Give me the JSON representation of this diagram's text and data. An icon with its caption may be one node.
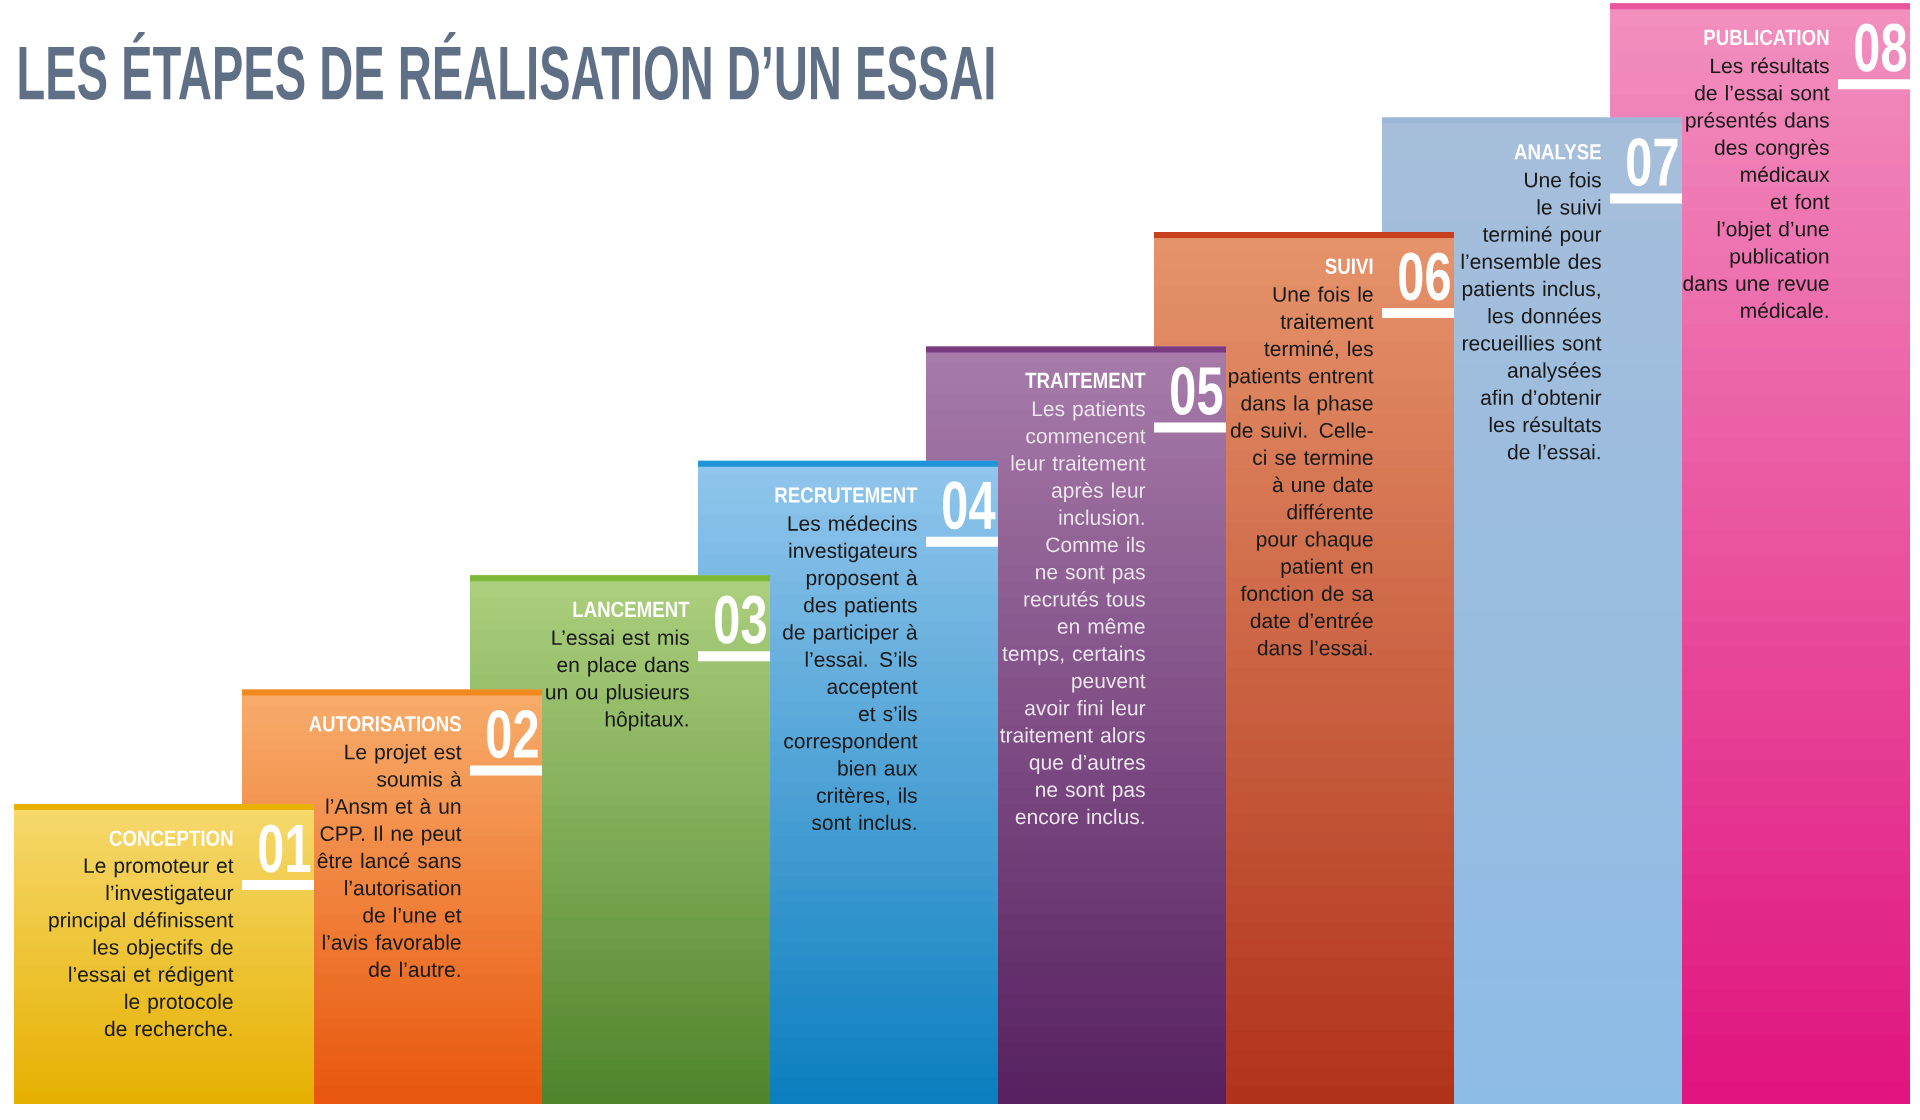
{
  "diagram": {
    "title": "LES ÉTAPES DE RÉALISATION D’UN ESSAI",
    "nodes": [
      {
        "text": [
          "CONCEPTION",
          "01",
          "Le promoteur et l’investigateur principal définissent les objectifs de l’essai et rédigent le protocole de recherche."
        ]
      },
      {
        "text": [
          "AUTORISATIONS",
          "02",
          "Le projet est soumis à l’Ansm et à un CPP. Il ne peut être lancé sans l’autorisation de l’une et l’avis favorable de l’autre."
        ]
      },
      {
        "text": [
          "LANCEMENT",
          "03",
          "L’essai est mis en place dans un ou plusieurs hôpitaux."
        ]
      },
      {
        "text": [
          "RECRUTEMENT",
          "04",
          "Les médecins investigateurs proposent à des patients de participer à l’essai. S’ils acceptent et s’ils correspondent bien aux critères, ils sont inclus."
        ]
      },
      {
        "text": [
          "TRAITEMENT",
          "05",
          "Les patients commencent leur traitement après leur inclusion. Comme ils ne sont pas recrutés tous en même temps, certains peuvent avoir fini leur traitement alors que d’autres ne sont pas encore inclus."
        ]
      },
      {
        "text": [
          "SUIVI",
          "06",
          "Une fois le traitement terminé, les patients entrent dans la phase de suivi. Celle-ci se termine à une date différente pour chaque patient en fonction de sa date d’entrée dans l’essai."
        ]
      },
      {
        "text": [
          "ANALYSE",
          "07",
          "Une fois le suivi terminé pour l’ensemble des patients inclus, les données recueillies sont analysées afin d’obtenir les résultats de l’essai."
        ]
      },
      {
        "text": [
          "PUBLICATION",
          "08",
          "Les résultats de l’essai sont présentés dans des congrès médicaux et font l’objet d’une publication dans une revue médicale."
        ]
      }
    ]
  }
}
